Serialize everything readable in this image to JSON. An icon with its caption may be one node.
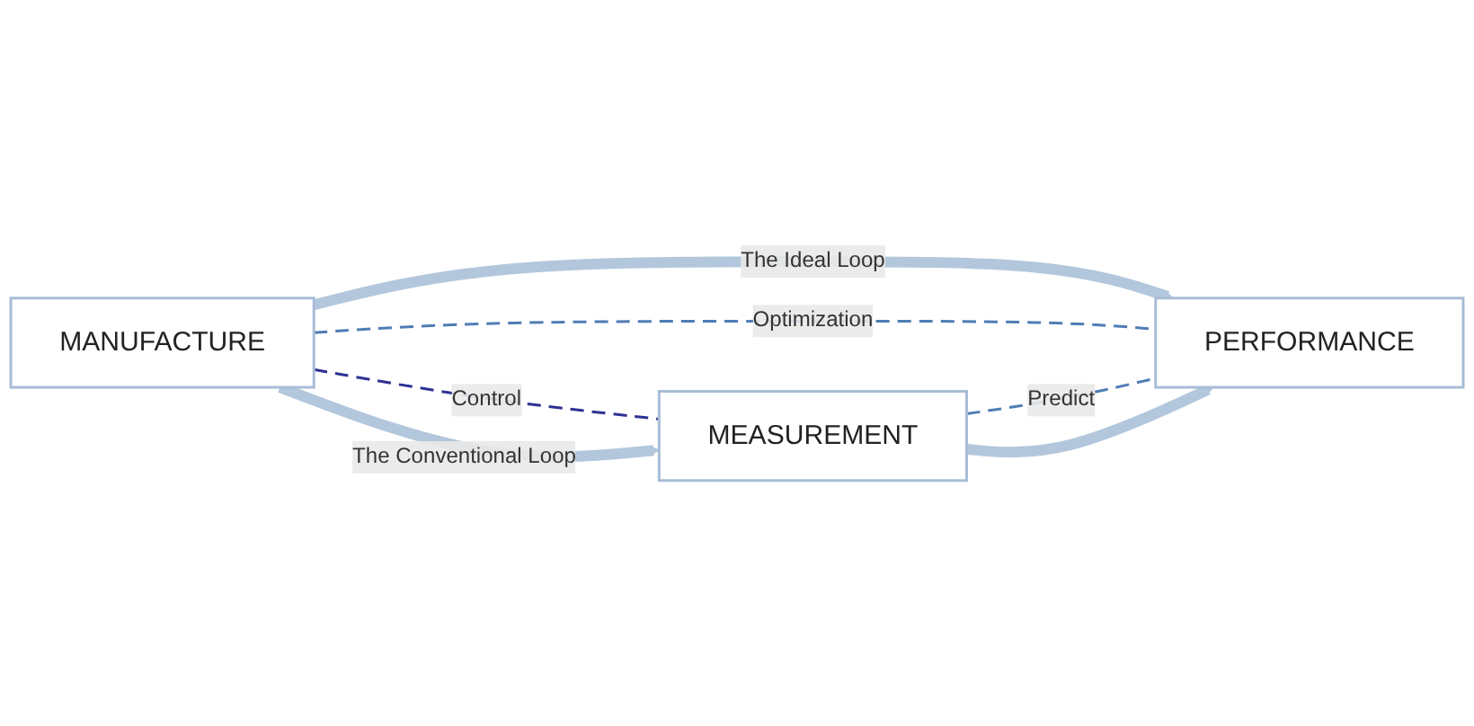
{
  "diagram": {
    "nodes": [
      {
        "text": [
          "MANUFACTURE"
        ]
      },
      {
        "text": [
          "PERFORMANCE"
        ]
      },
      {
        "text": [
          "MEASUREMENT"
        ]
      }
    ],
    "edges": [
      {
        "from": 0,
        "to": 1,
        "arrow": "to",
        "label": "The Ideal Loop",
        "style": "thick",
        "color": "#b3c7dc"
      },
      {
        "from": 0,
        "to": 1,
        "arrow": "none",
        "label": "Optimization",
        "style": "dashed",
        "color": "#4f7db5"
      },
      {
        "from": 0,
        "to": 2,
        "arrow": "none",
        "label": "Control",
        "style": "dashed",
        "color": "#2e3192"
      },
      {
        "from": 2,
        "to": 1,
        "arrow": "none",
        "label": "Predict",
        "style": "dashed",
        "color": "#4f7db5"
      },
      {
        "from": 0,
        "to": 2,
        "arrow": "to",
        "label": "The Conventional Loop",
        "style": "thick",
        "color": "#b3c7dc"
      },
      {
        "from": 2,
        "to": 1,
        "arrow": "to",
        "style": "thick",
        "color": "#b3c7dc"
      }
    ]
  }
}
